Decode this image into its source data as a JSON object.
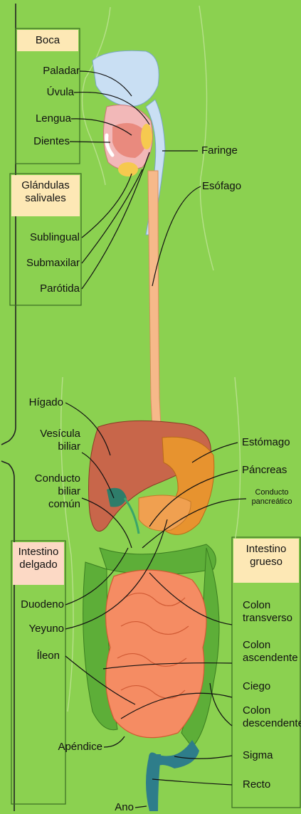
{
  "groups": {
    "boca": "Boca",
    "glandulas_line1": "Glándulas",
    "glandulas_line2": "salivales",
    "intestino_delgado_line1": "Intestino",
    "intestino_delgado_line2": "delgado",
    "intestino_grueso_line1": "Intestino",
    "intestino_grueso_line2": "grueso"
  },
  "labels": {
    "paladar": "Paladar",
    "uvula": "Úvula",
    "lengua": "Lengua",
    "dientes": "Dientes",
    "faringe": "Faringe",
    "esofago": "Esófago",
    "sublingual": "Sublingual",
    "submaxilar": "Submaxilar",
    "parotida": "Parótida",
    "higado": "Hígado",
    "vesicula_1": "Vesícula",
    "vesicula_2": "biliar",
    "conducto_1": "Conducto",
    "conducto_2": "biliar",
    "conducto_3": "común",
    "estomago": "Estómago",
    "pancreas": "Páncreas",
    "conducto_pan_1": "Conducto",
    "conducto_pan_2": "pancreático",
    "duodeno": "Duodeno",
    "yeyuno": "Yeyuno",
    "ileon": "Íleon",
    "colon_transverso_1": "Colon",
    "colon_transverso_2": "transverso",
    "colon_ascendente_1": "Colon",
    "colon_ascendente_2": "ascendente",
    "ciego": "Ciego",
    "colon_descendente_1": "Colon",
    "colon_descendente_2": "descendente",
    "sigma": "Sigma",
    "recto": "Recto",
    "apendice": "Apéndice",
    "ano": "Ano"
  },
  "colors": {
    "background": "#8bd150",
    "header_yellow": "#fde8b5",
    "header_pink": "#fcd9c5",
    "esophagus": "#f6b98a",
    "liver": "#c8664a",
    "stomach": "#e7932f",
    "intestine": "#f58c63",
    "colon": "#5dae38",
    "rectum": "#2e7d8a"
  }
}
